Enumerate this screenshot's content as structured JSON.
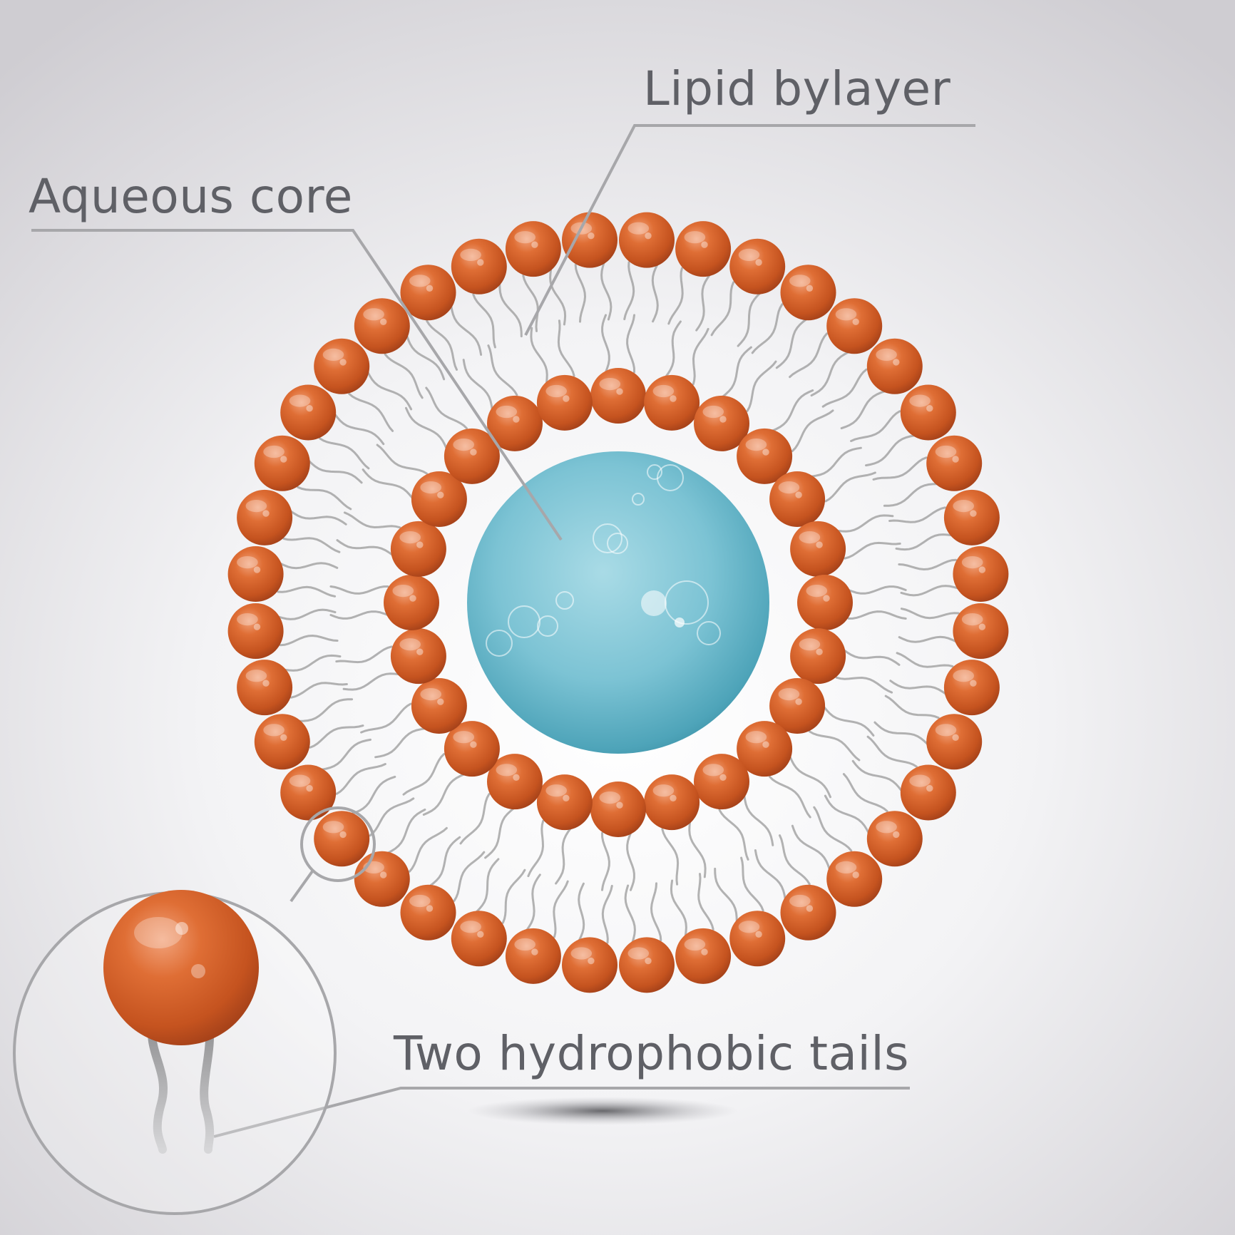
{
  "labels": {
    "lipid_bilayer": "Lipid bylayer",
    "aqueous_core": "Aqueous core",
    "hydrophobic_tails": "Two hydrophobic tails"
  },
  "colors": {
    "lipid_head": "#d8642c",
    "aqueous_core": "#7cc3d4",
    "leader_line": "#a7a7aa",
    "label_text": "#5f6066",
    "tail": "#9a9a9a"
  },
  "structure": {
    "outer_leaflet_lipid_count": 40,
    "inner_leaflet_lipid_count": 24,
    "tails_per_lipid": 2
  }
}
